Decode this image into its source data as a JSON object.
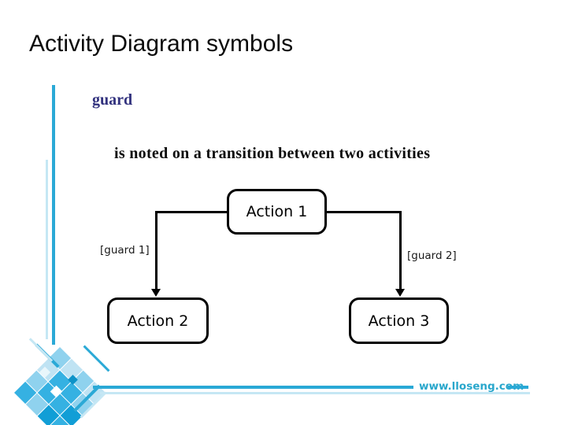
{
  "slide": {
    "title": "Activity Diagram symbols",
    "heading": "guard",
    "subtitle": "is noted on a transition between two activities"
  },
  "diagram": {
    "type": "uml-activity",
    "nodes": [
      {
        "id": "action1",
        "label": "Action 1"
      },
      {
        "id": "action2",
        "label": "Action 2"
      },
      {
        "id": "action3",
        "label": "Action 3"
      }
    ],
    "edges": [
      {
        "from": "Action 1",
        "to": "Action 2",
        "guard": "[guard 1]"
      },
      {
        "from": "Action 1",
        "to": "Action 3",
        "guard": "[guard 2]"
      }
    ]
  },
  "footer": {
    "website": "www.lloseng.com"
  },
  "colors": {
    "accent_teal": "#2aa9d6",
    "accent_light_blue": "#c5e7f4",
    "heading_blue": "#32327e",
    "website_text": "#29a7cc",
    "diagram_stroke": "#000000",
    "background": "#ffffff"
  }
}
